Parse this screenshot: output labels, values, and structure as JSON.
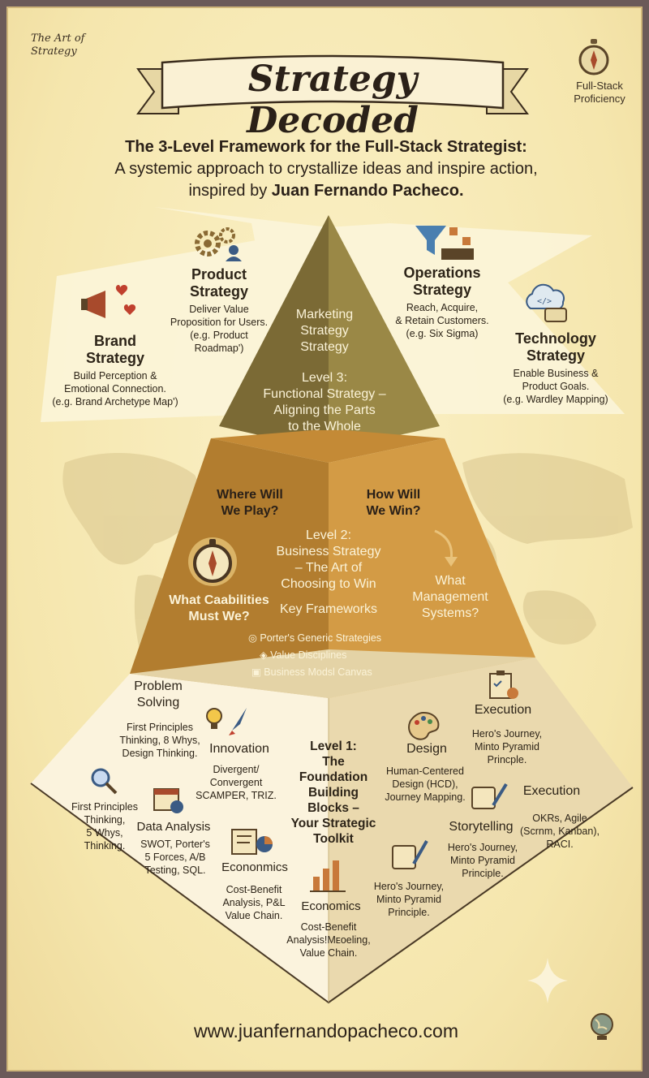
{
  "header": {
    "corner_left_line1": "The Art of",
    "corner_left_line2": "Strategy",
    "corner_right_line1": "Full-Stack",
    "corner_right_line2": "Proficiency",
    "title": "Strategy Decoded",
    "subtitle_line1": "The 3-Level Framework for the Full-Stack Strategist:",
    "subtitle_line2": "A systemic approach to crystallize ideas and inspire action,",
    "subtitle_line3_prefix": "inspired by ",
    "subtitle_line3_name": "Juan Fernando Pacheco."
  },
  "level3": {
    "top_label_1": "Marketing",
    "top_label_2": "Strategy",
    "top_label_3": "Strategy",
    "title_1": "Level 3:",
    "title_2": "Functional Strategy –",
    "title_3": "Aligning the Parts",
    "title_4": "to the Whole",
    "rays": [
      {
        "name_1": "Brand",
        "name_2": "Strategy",
        "desc_1": "Build Perception &",
        "desc_2": "Emotional Connection.",
        "desc_3": "(e.g. Brand Archetype Map')"
      },
      {
        "name_1": "Product",
        "name_2": "Strategy",
        "desc_1": "Deliver Value",
        "desc_2": "Proposition for Users.",
        "desc_3": "(e.g. Product",
        "desc_4": "Roadmap')"
      },
      {
        "name_1": "Operations",
        "name_2": "Strategy",
        "desc_1": "Reach, Acquire,",
        "desc_2": "& Retain Customers.",
        "desc_3": "(e.g. Six Sigma)"
      },
      {
        "name_1": "Technology",
        "name_2": "Strategy",
        "desc_1": "Enable Business &",
        "desc_2": "Product Goals.",
        "desc_3": "(e.g. Wardley Mapping)"
      }
    ]
  },
  "level2": {
    "q1_1": "Where Will",
    "q1_2": "We Play?",
    "q2_1": "How Will",
    "q2_2": "We Win?",
    "q3_1": "What Caabilities",
    "q3_2": "Must We?",
    "q4_1": "What",
    "q4_2": "Management",
    "q4_3": "Systems?",
    "title_1": "Level 2:",
    "title_2": "Business Strategy",
    "title_3": "– The Art of",
    "title_4": "Choosing to Win",
    "frameworks_title": "Key Frameworks",
    "frameworks": [
      "Porter's Generic Strategies",
      "Value Disciplines",
      "Business Modsl Canvas"
    ]
  },
  "level1": {
    "title_1": "Level 1:",
    "title_2": "The Foundation",
    "title_3": "Building Blocks –",
    "title_4": "Your Strategic",
    "title_5": "Toolkit",
    "problem_solving": {
      "h1": "Problem",
      "h2": "Solving",
      "d1": "First Principles",
      "d2": "Thinking, 8 Whys,",
      "d3": "Design Thinking."
    },
    "innovation": {
      "h": "Innovation",
      "d1": "Divergent/",
      "d2": "Convergent",
      "d3": "SCAMPER, TRIZ."
    },
    "first_principles": {
      "d1": "First Principles",
      "d2": "Thinking,",
      "d3": "5 Whys,",
      "d4": "Thinking."
    },
    "data_analysis": {
      "h": "Data Analysis",
      "d1": "SWOT, Porter's",
      "d2": "5 Forces, A/B",
      "d3": "Testing, SQL."
    },
    "economics_a": {
      "h": "Econonmics",
      "d1": "Cost-Benefit",
      "d2": "Analysis, P&L",
      "d3": "Value Chain."
    },
    "economics_b": {
      "h": "Economics",
      "d1": "Cost-Benefit",
      "d2": "Analysis!Mᴇoeling,",
      "d3": "Value Chain."
    },
    "design": {
      "h": "Design",
      "d1": "Human-Centered",
      "d2": "Design (HCD),",
      "d3": "Journey Mapping."
    },
    "execution_a": {
      "h": "Execution",
      "d1": "Hero's Journey,",
      "d2": "Minto Pyramid",
      "d3": "Princple."
    },
    "execution_b": {
      "h": "Execution",
      "d1": "OKRs, Agile",
      "d2": "(Scrnm, Kanban),",
      "d3": "RACI."
    },
    "storytelling": {
      "h": "Storytelling",
      "d1": "Hero's Journey,",
      "d2": "Minto Pyramid",
      "d3": "Principle."
    },
    "heros": {
      "d1": "Hero's Journey,",
      "d2": "Minto Pyramid",
      "d3": "Principle."
    }
  },
  "footer": {
    "url": "www.juanfernandopacheco.com"
  },
  "colors": {
    "background": "#f7ebb6",
    "frame": "#6b5a59",
    "level3_dark": "#7b6a35",
    "level3_light": "#9a8846",
    "level2_dark": "#b27d2f",
    "level2_light": "#d39b45",
    "level1_left": "#fbf3dd",
    "level1_right": "#ead9ae",
    "ink": "#2a2018"
  },
  "icons": [
    "megaphone-icon",
    "gears-icon",
    "funnel-icon",
    "cloud-code-icon",
    "compass-icon",
    "lightbulb-rocket-icon",
    "magnifier-icon",
    "calendar-chart-icon",
    "report-chart-icon",
    "bar-chart-icon",
    "palette-icon",
    "clipboard-icon",
    "scroll-quill-icon",
    "globe-icon",
    "sparkle-icon"
  ]
}
